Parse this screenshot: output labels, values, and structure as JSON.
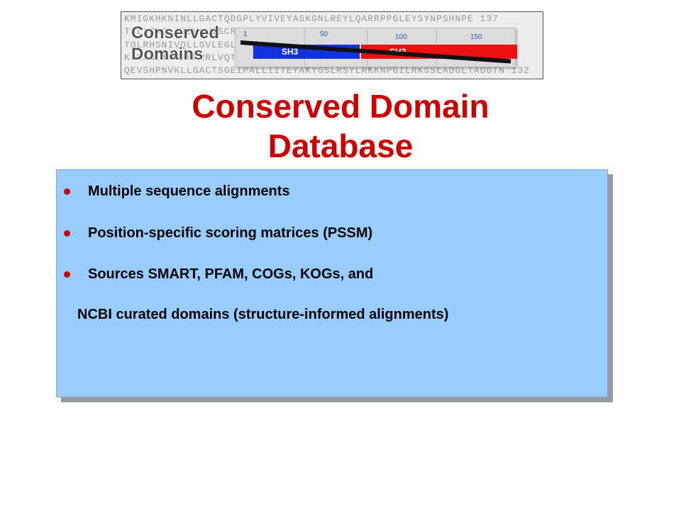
{
  "logo": {
    "word1": "Conserved",
    "word2": "Domains",
    "sequence_lines": [
      "KMIGKHKNINLLGACTQDGPLYVIVEYASKGNLREYLQARRPPGLEYSYNPSHNPE 137",
      "TSLLSAQLASSVLVISCRGKAEELSPRLVESLSDWNAEFCGLRPVDMAHNPTSVHYLQS  63",
      "TQLRHSNIVQLLGVLEGLPVNHTPRGKLLRPELVLTAGHLLWMQKVSDAQIHL  59",
      "KIRFSLTKSSRKRRLVQTGMKGEKGYSVFTLNVSDEIFRWLNVKFWNLLPGKL  75",
      "QEVSHPNVKLLGACTSGEIPALLIITEYAKYGSLRSYLRKKNPGILRKSSLADGLTADGTN  132"
    ],
    "ticks": [
      "1",
      "50",
      "100",
      "150"
    ],
    "domain_blue_label": "SH3",
    "domain_red_label": "SH2",
    "blue_color": "#1133dd",
    "red_color": "#ee1111"
  },
  "title": {
    "line1": "Conserved Domain",
    "line2": "Database",
    "color": "#cc0000"
  },
  "content": {
    "box_color": "#99ccff",
    "bullets": [
      "Multiple sequence alignments",
      "Position-specific scoring matrices (PSSM)",
      "Sources SMART, PFAM, COGs, KOGs, and"
    ],
    "continuation": "NCBI curated domains (structure-informed alignments)"
  }
}
